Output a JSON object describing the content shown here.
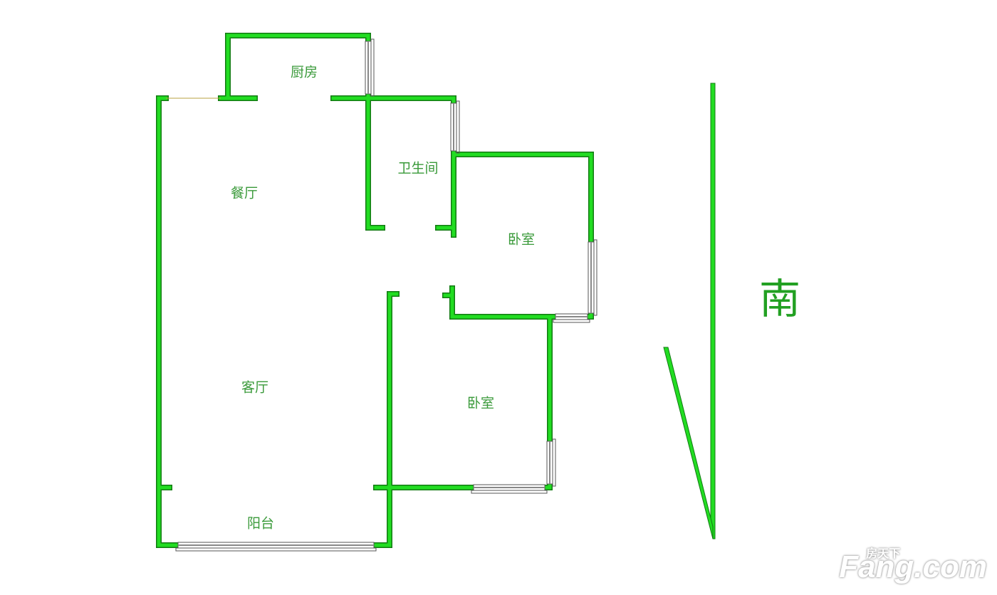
{
  "rooms": {
    "kitchen": "厨房",
    "dining": "餐厅",
    "bathroom": "卫生间",
    "bedroom_north": "卧室",
    "living": "客厅",
    "bedroom_south": "卧室",
    "balcony": "阳台"
  },
  "compass": {
    "direction": "南"
  },
  "watermark": {
    "brand": "Fang.com",
    "brand_cn": "房天下"
  },
  "colors": {
    "wall": "#22dd22",
    "wall_edge": "#137a13",
    "label": "#3a9a3a"
  }
}
